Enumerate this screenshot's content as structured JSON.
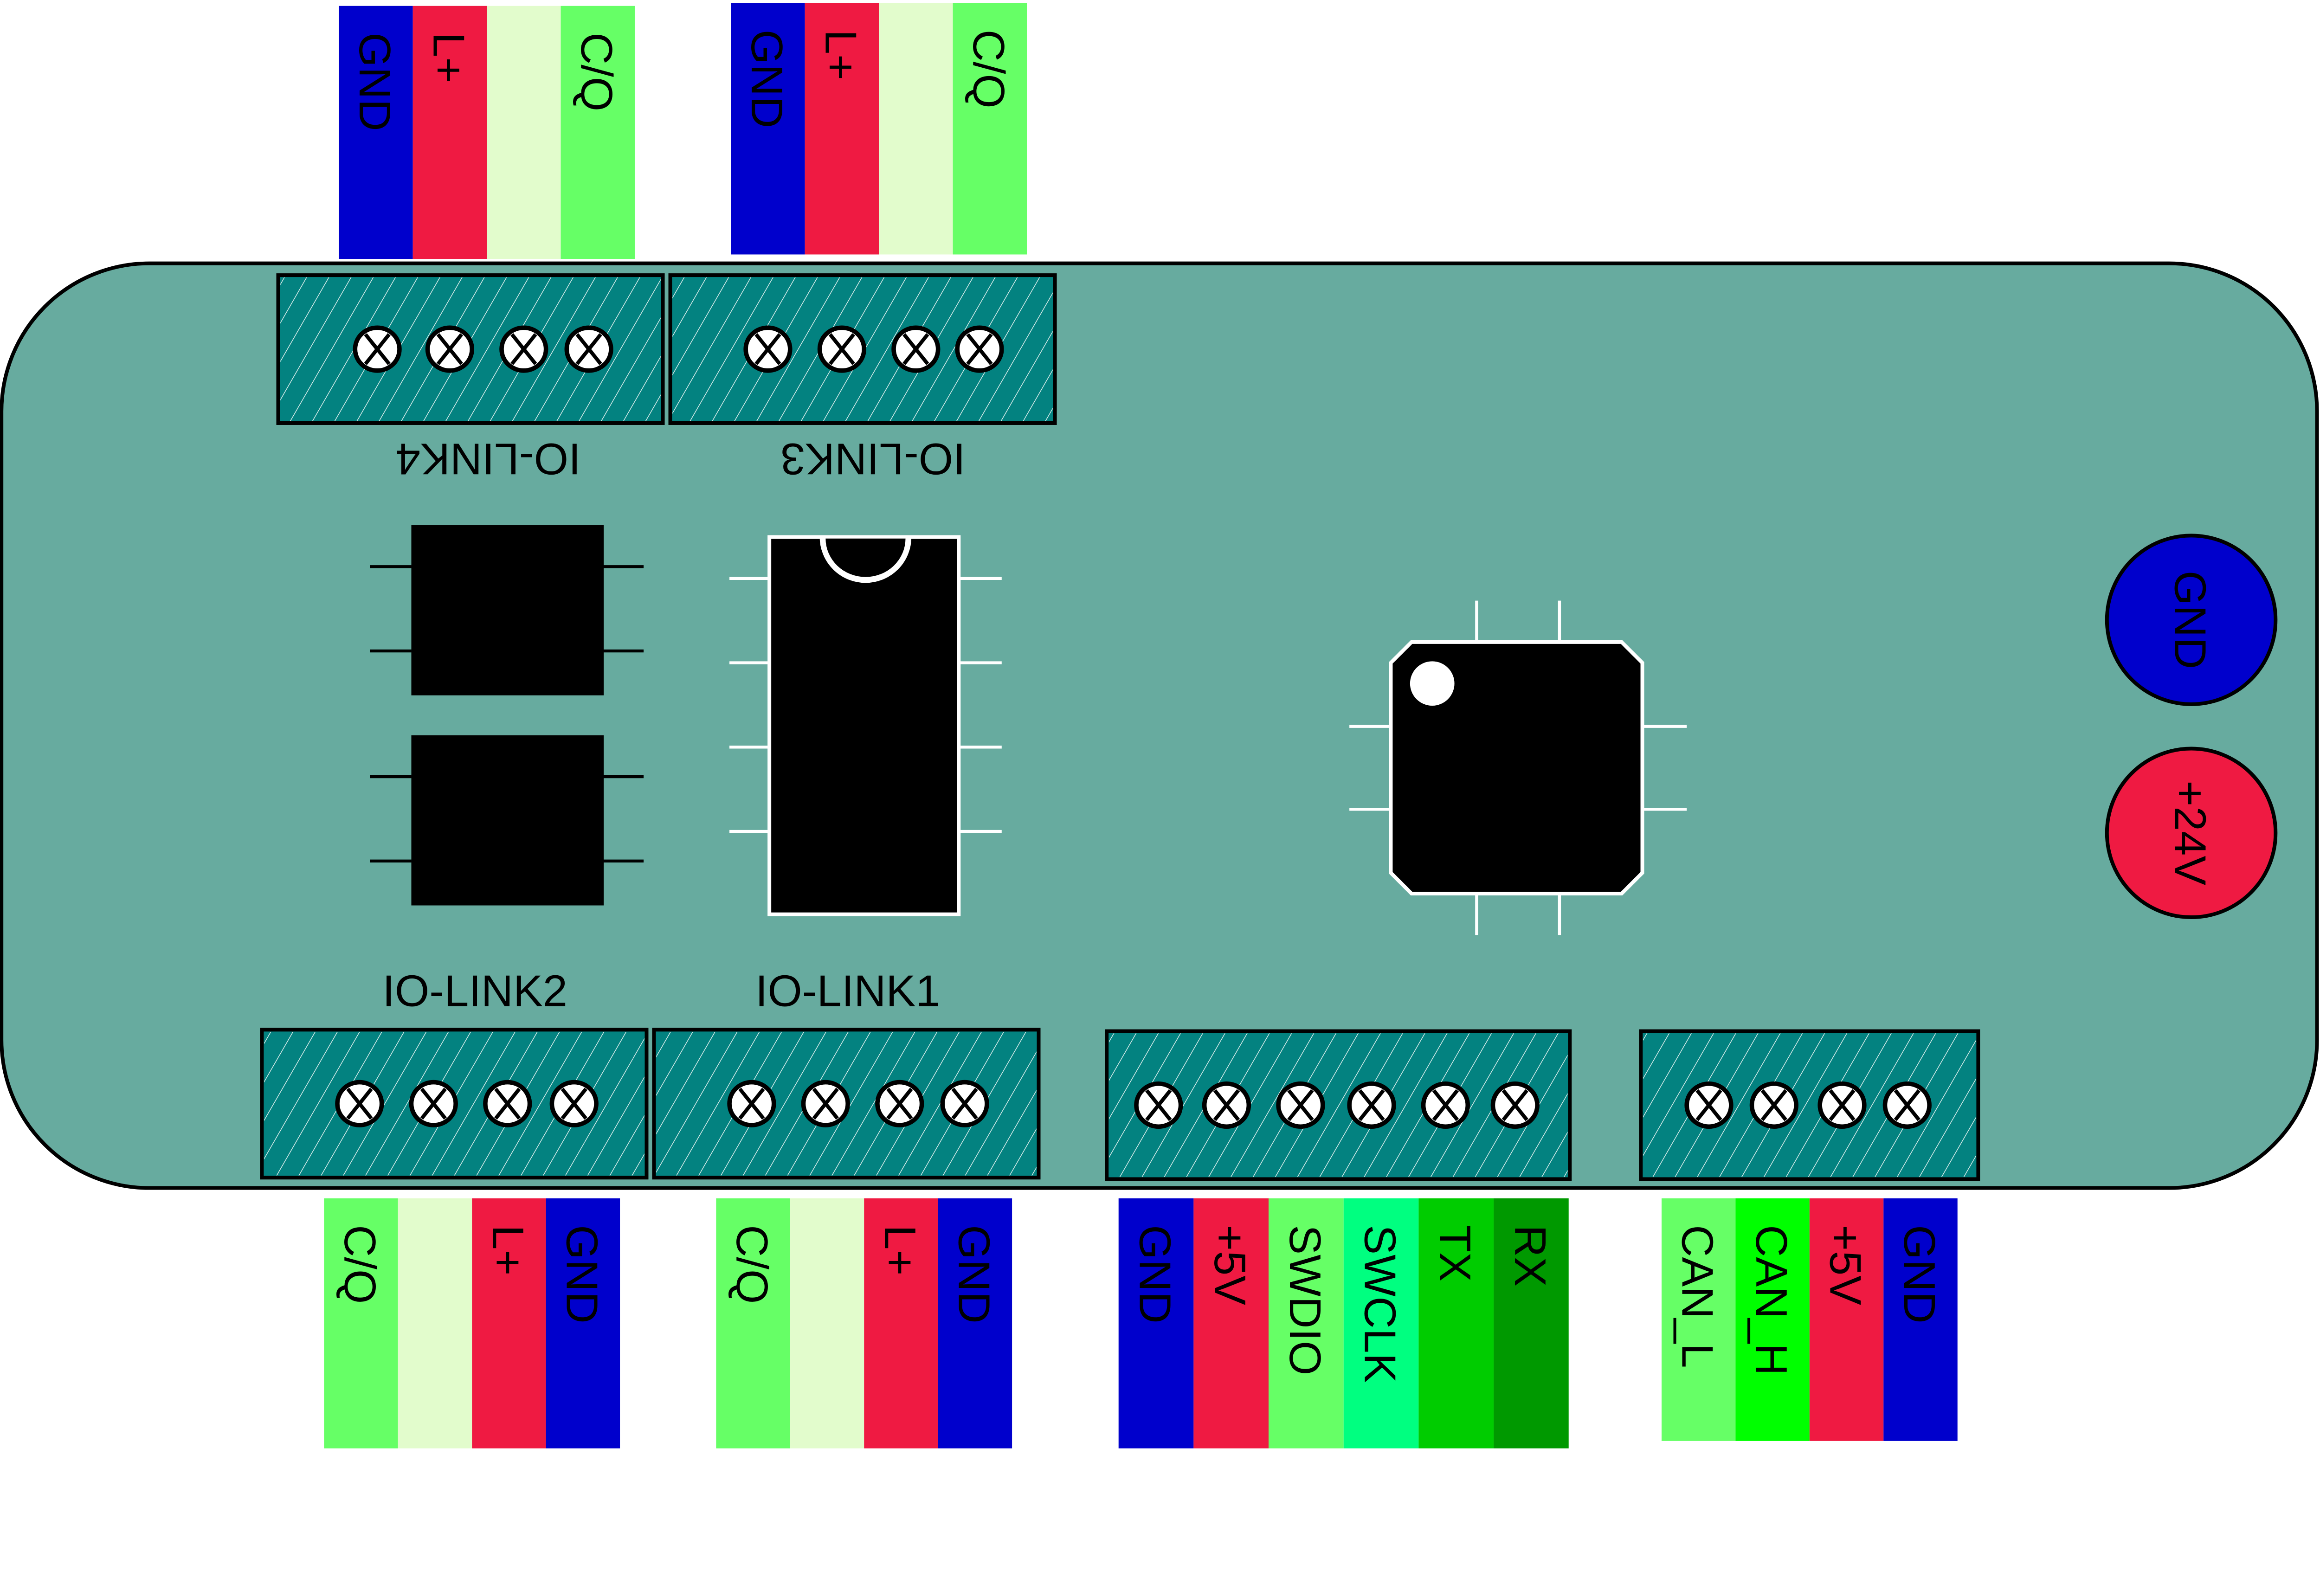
{
  "colors": {
    "board": "#67AB9F",
    "connector": "#038280",
    "gnd": "#0000CC",
    "power": "#EF1A42",
    "blank": "#E2FCCC",
    "cq": "#66FF66",
    "swclk": "#00FF80",
    "tx": "#00CC00",
    "rx": "#009900",
    "can_h": "#00FF00"
  },
  "connectors": {
    "io_link4": {
      "label": "IO-LINK4",
      "screws": 4
    },
    "io_link3": {
      "label": "IO-LINK3",
      "screws": 4
    },
    "io_link2": {
      "label": "IO-LINK2",
      "screws": 4
    },
    "io_link1": {
      "label": "IO-LINK1",
      "screws": 4
    },
    "debug": {
      "label": "",
      "screws": 6
    },
    "can": {
      "label": "",
      "screws": 4
    }
  },
  "wires": {
    "io_link4": [
      {
        "label": "GND",
        "color": "gnd"
      },
      {
        "label": "L+",
        "color": "power"
      },
      {
        "label": "",
        "color": "blank"
      },
      {
        "label": "C/Q",
        "color": "cq"
      }
    ],
    "io_link3": [
      {
        "label": "GND",
        "color": "gnd"
      },
      {
        "label": "L+",
        "color": "power"
      },
      {
        "label": "",
        "color": "blank"
      },
      {
        "label": "C/Q",
        "color": "cq"
      }
    ],
    "io_link2": [
      {
        "label": "C/Q",
        "color": "cq"
      },
      {
        "label": "",
        "color": "blank"
      },
      {
        "label": "L+",
        "color": "power"
      },
      {
        "label": "GND",
        "color": "gnd"
      }
    ],
    "io_link1": [
      {
        "label": "C/Q",
        "color": "cq"
      },
      {
        "label": "",
        "color": "blank"
      },
      {
        "label": "L+",
        "color": "power"
      },
      {
        "label": "GND",
        "color": "gnd"
      }
    ],
    "debug": [
      {
        "label": "GND",
        "color": "gnd"
      },
      {
        "label": "+5V",
        "color": "power"
      },
      {
        "label": "SWDIO",
        "color": "cq"
      },
      {
        "label": "SWCLK",
        "color": "swclk"
      },
      {
        "label": "TX",
        "color": "tx"
      },
      {
        "label": "RX",
        "color": "rx"
      }
    ],
    "can": [
      {
        "label": "CAN_L",
        "color": "cq"
      },
      {
        "label": "CAN_H",
        "color": "can_h"
      },
      {
        "label": "+5V",
        "color": "power"
      },
      {
        "label": "GND",
        "color": "gnd"
      }
    ]
  },
  "power_terminals": [
    {
      "label": "GND",
      "color": "gnd"
    },
    {
      "label": "+24V",
      "color": "power"
    }
  ]
}
